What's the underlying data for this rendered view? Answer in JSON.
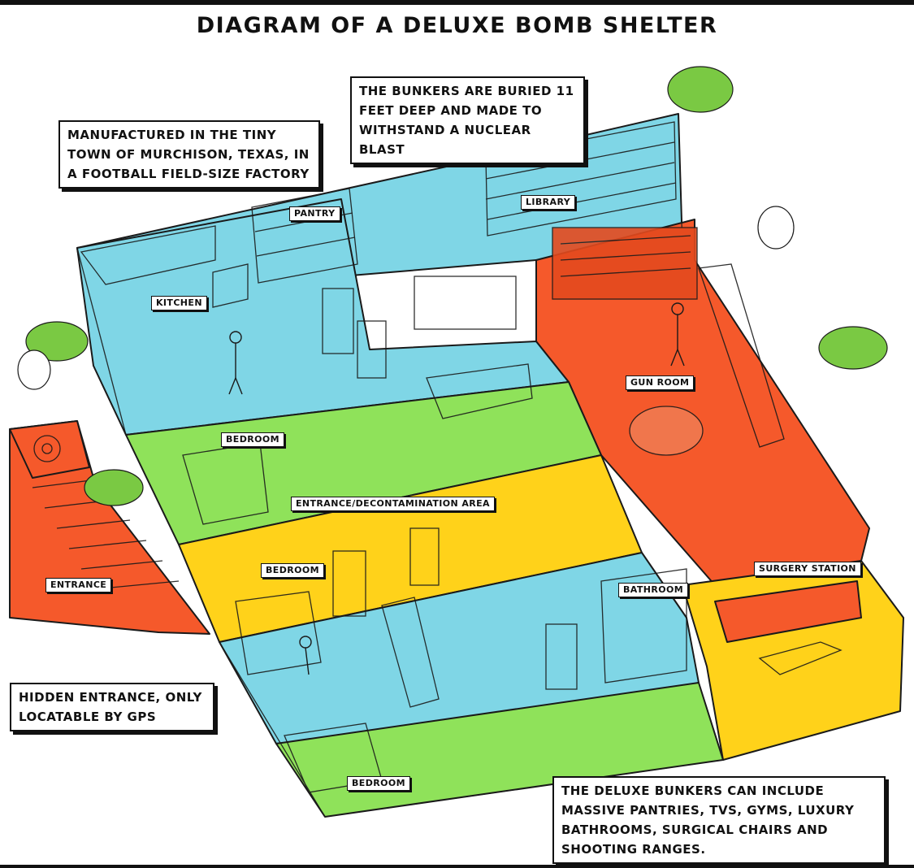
{
  "title": "Diagram of a Deluxe Bomb Shelter",
  "callouts": {
    "manufactured": "Manufactured in the tiny town of Murchison, Texas, in a football field-size factory",
    "buried": "The bunkers are buried 11 feet deep and made to withstand a nuclear blast",
    "hidden_entrance": "Hidden entrance, only locatable by GPS",
    "deluxe_features": "The deluxe bunkers can include massive pantries, TVs, gyms, luxury bathrooms, surgical chairs and shooting ranges."
  },
  "rooms": {
    "pantry": "Pantry",
    "library": "Library",
    "kitchen": "Kitchen",
    "gun_room": "Gun Room",
    "bedroom_1": "Bedroom",
    "entrance_decon": "Entrance/Decontamination Area",
    "entrance": "Entrance",
    "bedroom_2": "Bedroom",
    "bathroom": "Bathroom",
    "surgery_station": "Surgery Station",
    "bedroom_3": "Bedroom"
  },
  "colors": {
    "blue": "#7fd6e6",
    "green": "#8fe25a",
    "yellow": "#ffd21a",
    "orange": "#f5592b",
    "line": "#1a1a1a",
    "shrub": "#7ac943"
  }
}
